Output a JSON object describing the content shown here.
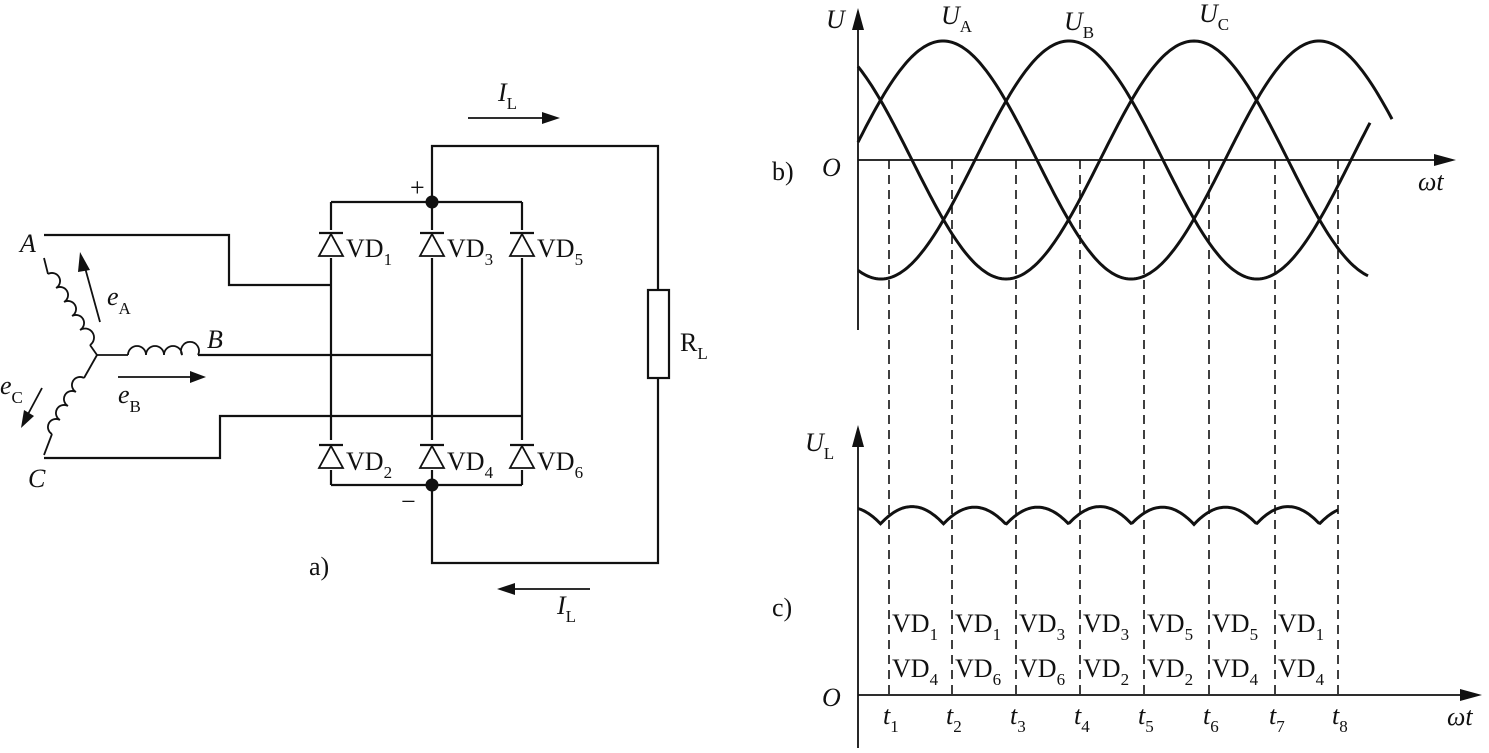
{
  "panel_a": {
    "label": "a)",
    "phase_A": "A",
    "phase_B": "B",
    "phase_C": "C",
    "emf_A": {
      "base": "e",
      "sub": "A"
    },
    "emf_B": {
      "base": "e",
      "sub": "B"
    },
    "emf_C": {
      "base": "e",
      "sub": "C"
    },
    "plus": "+",
    "minus": "−",
    "diodes": [
      {
        "base": "VD",
        "sub": "1"
      },
      {
        "base": "VD",
        "sub": "3"
      },
      {
        "base": "VD",
        "sub": "5"
      },
      {
        "base": "VD",
        "sub": "2"
      },
      {
        "base": "VD",
        "sub": "4"
      },
      {
        "base": "VD",
        "sub": "6"
      }
    ],
    "load": {
      "base": "R",
      "sub": "L"
    },
    "current_top": {
      "base": "I",
      "sub": "L"
    },
    "current_bottom": {
      "base": "I",
      "sub": "L"
    }
  },
  "panel_b": {
    "label": "b)",
    "y_axis": "U",
    "origin": "O",
    "x_axis": "ωt",
    "curves": [
      {
        "base": "U",
        "sub": "A"
      },
      {
        "base": "U",
        "sub": "B"
      },
      {
        "base": "U",
        "sub": "C"
      }
    ]
  },
  "panel_c": {
    "label": "c)",
    "y_axis": {
      "base": "U",
      "sub": "L"
    },
    "origin": "O",
    "x_axis": "ωt",
    "times": [
      {
        "base": "t",
        "sub": "1"
      },
      {
        "base": "t",
        "sub": "2"
      },
      {
        "base": "t",
        "sub": "3"
      },
      {
        "base": "t",
        "sub": "4"
      },
      {
        "base": "t",
        "sub": "5"
      },
      {
        "base": "t",
        "sub": "6"
      },
      {
        "base": "t",
        "sub": "7"
      },
      {
        "base": "t",
        "sub": "8"
      }
    ],
    "conducting": [
      {
        "top": {
          "base": "VD",
          "sub": "1"
        },
        "bottom": {
          "base": "VD",
          "sub": "4"
        }
      },
      {
        "top": {
          "base": "VD",
          "sub": "1"
        },
        "bottom": {
          "base": "VD",
          "sub": "6"
        }
      },
      {
        "top": {
          "base": "VD",
          "sub": "3"
        },
        "bottom": {
          "base": "VD",
          "sub": "6"
        }
      },
      {
        "top": {
          "base": "VD",
          "sub": "3"
        },
        "bottom": {
          "base": "VD",
          "sub": "2"
        }
      },
      {
        "top": {
          "base": "VD",
          "sub": "5"
        },
        "bottom": {
          "base": "VD",
          "sub": "2"
        }
      },
      {
        "top": {
          "base": "VD",
          "sub": "5"
        },
        "bottom": {
          "base": "VD",
          "sub": "4"
        }
      },
      {
        "top": {
          "base": "VD",
          "sub": "1"
        },
        "bottom": {
          "base": "VD",
          "sub": "4"
        }
      }
    ]
  }
}
